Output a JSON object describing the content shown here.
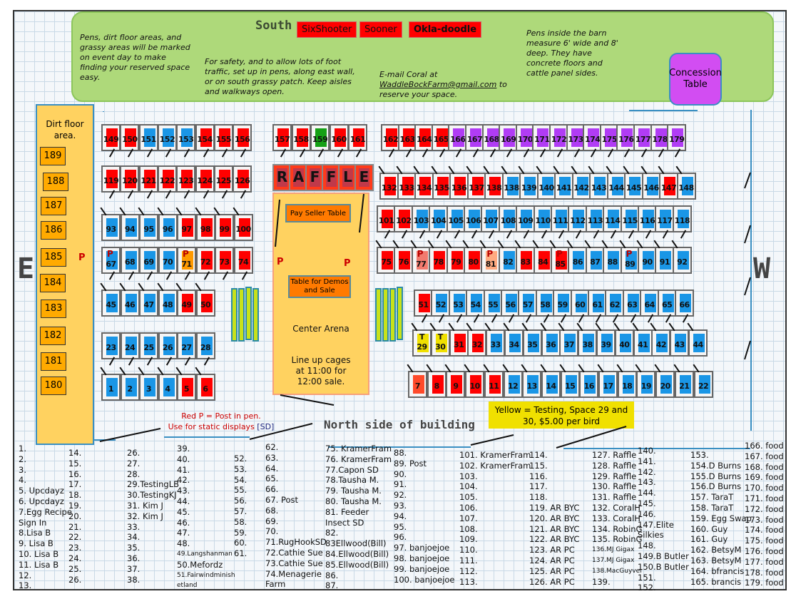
{
  "header": {
    "south_label": "South",
    "tags": [
      "SixShooter",
      "Sooner",
      "Okla-doodle"
    ],
    "note_left": "Pens, dirt floor areas, and grassy areas will  be marked on  event day to make finding your reserved space easy.",
    "note_center": "For safety, and to allow lots of foot traffic, set up in pens, along east wall, or on south grassy patch.  Keep aisles and walkways open.",
    "email_prefix": "E-mail Coral at",
    "email": "WaddleBockFarm@gmail.com",
    "email_suffix": " to reserve your space.",
    "note_right": "Pens inside the barn measure 6' wide and 8' deep.  They have concrete floors and cattle panel sides.",
    "concession": "Concession Table"
  },
  "dirt_area": {
    "title": "Dirt floor area.",
    "spaces": [
      "189",
      "188",
      "187",
      "186",
      "185",
      "184",
      "183",
      "182",
      "181",
      "180"
    ],
    "post_marker": "P"
  },
  "compass": {
    "east": "E",
    "west": "W"
  },
  "raffle_letters": [
    "R",
    "A",
    "F",
    "F",
    "L",
    "E"
  ],
  "arena": {
    "pay_seller": "Pay  Seller Table",
    "demo_table": "Table for Demos and Sale",
    "title": "Center Arena",
    "lineup": "Line up cages at 11:00 for 12:00 sale.",
    "post_marker": "P"
  },
  "legend": {
    "red_p_line1": "Red P = Post in pen.",
    "red_p_line2": "Use for static displays ",
    "sd": "[SD]",
    "north": "North side of building",
    "yellow": "Yellow = Testing, Space 29 and 30,  $5.00 per bird"
  },
  "colors": {
    "reserved": "#ff0000",
    "available": "#1a96e6",
    "food": "#b13cf5",
    "egg_swap": "#15a015",
    "testing": "#f0e000",
    "banner": "#aed97a",
    "dirt": "#ffd260"
  },
  "pens": {
    "row_149": [
      {
        "n": "149",
        "c": "red"
      },
      {
        "n": "150",
        "c": "red"
      },
      {
        "n": "151",
        "c": "blue"
      },
      {
        "n": "152",
        "c": "blue"
      },
      {
        "n": "153",
        "c": "blue"
      },
      {
        "n": "154",
        "c": "red"
      },
      {
        "n": "155",
        "c": "red"
      },
      {
        "n": "156",
        "c": "red"
      }
    ],
    "row_157": [
      {
        "n": "157",
        "c": "red"
      },
      {
        "n": "158",
        "c": "red"
      },
      {
        "n": "159",
        "c": "green"
      },
      {
        "n": "160",
        "c": "red"
      },
      {
        "n": "161",
        "c": "red"
      }
    ],
    "row_162": [
      {
        "n": "162",
        "c": "red"
      },
      {
        "n": "163",
        "c": "red"
      },
      {
        "n": "164",
        "c": "red"
      },
      {
        "n": "165",
        "c": "red"
      },
      {
        "n": "166",
        "c": "purple"
      },
      {
        "n": "167",
        "c": "purple"
      },
      {
        "n": "168",
        "c": "purple"
      },
      {
        "n": "169",
        "c": "purple"
      },
      {
        "n": "170",
        "c": "purple"
      },
      {
        "n": "171",
        "c": "purple"
      },
      {
        "n": "172",
        "c": "purple"
      },
      {
        "n": "173",
        "c": "purple"
      },
      {
        "n": "174",
        "c": "purple"
      },
      {
        "n": "175",
        "c": "purple"
      },
      {
        "n": "176",
        "c": "purple"
      },
      {
        "n": "177",
        "c": "purple"
      },
      {
        "n": "178",
        "c": "purple"
      },
      {
        "n": "179",
        "c": "purple"
      }
    ],
    "row_119": [
      {
        "n": "119",
        "c": "red"
      },
      {
        "n": "120",
        "c": "red"
      },
      {
        "n": "121",
        "c": "red"
      },
      {
        "n": "122",
        "c": "red"
      },
      {
        "n": "123",
        "c": "red"
      },
      {
        "n": "124",
        "c": "red"
      },
      {
        "n": "125",
        "c": "red"
      },
      {
        "n": "126",
        "c": "red"
      }
    ],
    "row_132": [
      {
        "n": "132",
        "c": "red"
      },
      {
        "n": "133",
        "c": "red"
      },
      {
        "n": "134",
        "c": "red"
      },
      {
        "n": "135",
        "c": "red"
      },
      {
        "n": "136",
        "c": "red"
      },
      {
        "n": "137",
        "c": "red"
      },
      {
        "n": "138",
        "c": "red"
      },
      {
        "n": "138",
        "c": "blue"
      },
      {
        "n": "139",
        "c": "blue"
      },
      {
        "n": "140",
        "c": "blue"
      },
      {
        "n": "141",
        "c": "blue"
      },
      {
        "n": "142",
        "c": "blue"
      },
      {
        "n": "143",
        "c": "blue"
      },
      {
        "n": "144",
        "c": "blue"
      },
      {
        "n": "145",
        "c": "blue"
      },
      {
        "n": "146",
        "c": "blue"
      },
      {
        "n": "147",
        "c": "red"
      },
      {
        "n": "148",
        "c": "blue"
      }
    ],
    "row_93": [
      {
        "n": "93",
        "c": "blue"
      },
      {
        "n": "94",
        "c": "blue"
      },
      {
        "n": "95",
        "c": "blue"
      },
      {
        "n": "96",
        "c": "blue"
      },
      {
        "n": "97",
        "c": "red"
      },
      {
        "n": "98",
        "c": "red"
      },
      {
        "n": "99",
        "c": "red"
      },
      {
        "n": "100",
        "c": "red"
      }
    ],
    "row_101": [
      {
        "n": "101",
        "c": "red"
      },
      {
        "n": "102",
        "c": "red"
      },
      {
        "n": "103",
        "c": "blue"
      },
      {
        "n": "104",
        "c": "blue"
      },
      {
        "n": "105",
        "c": "blue"
      },
      {
        "n": "106",
        "c": "blue"
      },
      {
        "n": "107",
        "c": "blue"
      },
      {
        "n": "108",
        "c": "blue"
      },
      {
        "n": "109",
        "c": "blue"
      },
      {
        "n": "110",
        "c": "blue"
      },
      {
        "n": "111",
        "c": "blue"
      },
      {
        "n": "112",
        "c": "blue"
      },
      {
        "n": "113",
        "c": "blue"
      },
      {
        "n": "114",
        "c": "blue"
      },
      {
        "n": "115",
        "c": "blue"
      },
      {
        "n": "116",
        "c": "blue"
      },
      {
        "n": "117",
        "c": "blue"
      },
      {
        "n": "118",
        "c": "blue"
      }
    ],
    "row_67": [
      {
        "n": "67",
        "c": "blue",
        "p": true
      },
      {
        "n": "68",
        "c": "blue"
      },
      {
        "n": "69",
        "c": "blue"
      },
      {
        "n": "70",
        "c": "blue"
      },
      {
        "n": "71",
        "c": "orange",
        "p": true
      },
      {
        "n": "72",
        "c": "red"
      },
      {
        "n": "73",
        "c": "red"
      },
      {
        "n": "74",
        "c": "red"
      }
    ],
    "row_75": [
      {
        "n": "75",
        "c": "red"
      },
      {
        "n": "76",
        "c": "red"
      },
      {
        "n": "77",
        "c": "salmon",
        "p": true
      },
      {
        "n": "78",
        "c": "red"
      },
      {
        "n": "79",
        "c": "red"
      },
      {
        "n": "80",
        "c": "red"
      },
      {
        "n": "81",
        "c": "peach",
        "p": true
      },
      {
        "n": "82",
        "c": "blue"
      },
      {
        "n": "83",
        "c": "red"
      },
      {
        "n": "84",
        "c": "red"
      },
      {
        "n": "85",
        "c": "red",
        "p": true
      },
      {
        "n": "86",
        "c": "blue"
      },
      {
        "n": "87",
        "c": "blue"
      },
      {
        "n": "88",
        "c": "blue"
      },
      {
        "n": "89",
        "c": "blue",
        "p": true
      },
      {
        "n": "90",
        "c": "blue"
      },
      {
        "n": "91",
        "c": "blue"
      },
      {
        "n": "92",
        "c": "blue"
      }
    ],
    "row_45": [
      {
        "n": "45",
        "c": "blue"
      },
      {
        "n": "46",
        "c": "blue"
      },
      {
        "n": "47",
        "c": "blue"
      },
      {
        "n": "48",
        "c": "blue"
      },
      {
        "n": "49",
        "c": "red"
      },
      {
        "n": "50",
        "c": "red"
      }
    ],
    "row_51": [
      {
        "n": "51",
        "c": "red"
      },
      {
        "n": "52",
        "c": "blue"
      },
      {
        "n": "53",
        "c": "blue"
      },
      {
        "n": "54",
        "c": "blue"
      },
      {
        "n": "55",
        "c": "blue"
      },
      {
        "n": "56",
        "c": "blue"
      },
      {
        "n": "57",
        "c": "blue"
      },
      {
        "n": "58",
        "c": "blue"
      },
      {
        "n": "59",
        "c": "blue"
      },
      {
        "n": "60",
        "c": "blue"
      },
      {
        "n": "61",
        "c": "blue"
      },
      {
        "n": "62",
        "c": "blue"
      },
      {
        "n": "63",
        "c": "blue"
      },
      {
        "n": "64",
        "c": "blue"
      },
      {
        "n": "65",
        "c": "blue"
      },
      {
        "n": "66",
        "c": "blue"
      }
    ],
    "row_23": [
      {
        "n": "23",
        "c": "blue"
      },
      {
        "n": "24",
        "c": "blue"
      },
      {
        "n": "25",
        "c": "blue"
      },
      {
        "n": "26",
        "c": "blue"
      },
      {
        "n": "27",
        "c": "blue"
      },
      {
        "n": "28",
        "c": "blue"
      }
    ],
    "row_29": [
      {
        "n": "29",
        "c": "yellow",
        "t": true
      },
      {
        "n": "30",
        "c": "yellow",
        "t": true
      },
      {
        "n": "31",
        "c": "red"
      },
      {
        "n": "32",
        "c": "red"
      },
      {
        "n": "33",
        "c": "blue"
      },
      {
        "n": "34",
        "c": "blue"
      },
      {
        "n": "35",
        "c": "blue"
      },
      {
        "n": "36",
        "c": "blue"
      },
      {
        "n": "37",
        "c": "blue"
      },
      {
        "n": "38",
        "c": "blue"
      },
      {
        "n": "39",
        "c": "blue"
      },
      {
        "n": "40",
        "c": "blue"
      },
      {
        "n": "41",
        "c": "blue"
      },
      {
        "n": "42",
        "c": "blue"
      },
      {
        "n": "43",
        "c": "blue"
      },
      {
        "n": "44",
        "c": "blue"
      }
    ],
    "row_1": [
      {
        "n": "1",
        "c": "blue"
      },
      {
        "n": "2",
        "c": "blue"
      },
      {
        "n": "3",
        "c": "blue"
      },
      {
        "n": "4",
        "c": "blue"
      },
      {
        "n": "5",
        "c": "red"
      },
      {
        "n": "6",
        "c": "red"
      }
    ],
    "row_7": [
      {
        "n": "7",
        "c": "tomato"
      },
      {
        "n": "8",
        "c": "red"
      },
      {
        "n": "9",
        "c": "red"
      },
      {
        "n": "10",
        "c": "red"
      },
      {
        "n": "11",
        "c": "red"
      },
      {
        "n": "12",
        "c": "blue"
      },
      {
        "n": "13",
        "c": "blue"
      },
      {
        "n": "14",
        "c": "blue"
      },
      {
        "n": "15",
        "c": "blue"
      },
      {
        "n": "16",
        "c": "blue"
      },
      {
        "n": "17",
        "c": "blue"
      },
      {
        "n": "18",
        "c": "blue"
      },
      {
        "n": "19",
        "c": "blue"
      },
      {
        "n": "20",
        "c": "blue"
      },
      {
        "n": "21",
        "c": "blue"
      },
      {
        "n": "22",
        "c": "blue"
      }
    ],
    "t_marker": "T",
    "p_marker": "P"
  },
  "assignments": {
    "col1": [
      "1.",
      "2.",
      "3.",
      "4.",
      "5. Upcdayz",
      "6. Upcdayz",
      "7.Egg Recipe",
      "Sign In",
      "8.Lisa B",
      "9. Lisa B",
      "10. Lisa B",
      "11. Lisa B",
      "12.",
      "13."
    ],
    "col2": [
      "14.",
      "15.",
      "16.",
      "17.",
      "18.",
      "19.",
      "20.",
      "21.",
      "22.",
      "23.",
      "24.",
      "25.",
      "26."
    ],
    "col3": [
      "26.",
      "27.",
      "28.",
      "29.TestingLB",
      "30.TestingKJ",
      "31. Kim J",
      "32. Kim J",
      "33.",
      "34.",
      "35.",
      "36.",
      "37.",
      "38."
    ],
    "col4": [
      "39.",
      "40.",
      "41.",
      "42.",
      "43.",
      "44.",
      "45.",
      "46.",
      "47.",
      "48.",
      "49.Langshanman",
      "50.Mefordz",
      "51.Fairwindminish",
      "etland"
    ],
    "col5": [
      "52.",
      "53.",
      "54.",
      "55.",
      "56.",
      "57.",
      "58.",
      "59.",
      "60.",
      "61."
    ],
    "col6": [
      "62.",
      "63.",
      "64.",
      "65.",
      "66.",
      "67. Post",
      "68.",
      "69.",
      "70.",
      "71.RugHookSD",
      "72.Cathie Sue",
      "73.Cathie Sue",
      "74.Menagerie",
      "Farm"
    ],
    "col7": [
      "75. KramerFram",
      "76. KramerFram",
      "77.Capon SD",
      "78.Tausha M.",
      "79. Tausha M.",
      "80. Tausha M.",
      "81. Feeder",
      "Insect SD",
      "82.",
      "83Ellwood(Bill)",
      "84.Ellwood(Bill)",
      "85.Ellwood(Bill)",
      "86.",
      "87."
    ],
    "col8": [
      "88.",
      "89. Post",
      "90.",
      "91.",
      "92.",
      "93.",
      "94.",
      "95.",
      "96.",
      "97. banjoejoe",
      "98. banjoejoe",
      "99. banjoejoe",
      "100. banjoejoe"
    ],
    "col9": [
      "101. KramerFram",
      "102. KramerFram",
      "103.",
      "104.",
      "105.",
      "106.",
      "107.",
      "108.",
      "109.",
      "110.",
      "111.",
      "112.",
      "113."
    ],
    "col10": [
      "114.",
      "115.",
      "116.",
      "117.",
      "118.",
      "119. AR BYC",
      "120. AR BYC",
      "121. AR BYC",
      "122. AR BYC",
      "123. AR PC",
      "124. AR PC",
      "125. AR PC",
      "126. AR PC"
    ],
    "col11": [
      "127. Raffle",
      "128. Raffle",
      "129. Raffle",
      "130. Raffle",
      "131. Raffle",
      "132. CoralH",
      "133. CoralH",
      "134. RobinG",
      "135. RobinG",
      "136.MJ Gigax",
      "137.MJ Gigax",
      "138.MacGuyver",
      "139."
    ],
    "col12": [
      "140.",
      "141.",
      "142.",
      "143.",
      "144.",
      "145.",
      "146.",
      "147.Elite",
      "Silkies",
      "148.",
      "149.B Butler",
      "150.B Butler",
      "151.",
      "152."
    ],
    "col13": [
      "153.",
      "154.D Burns",
      "155.D Burns",
      "156.D Burns",
      "157. TaraT",
      "158. TaraT",
      "159. Egg Swap",
      "160. Guy",
      "161. Guy",
      "162. BetsyM",
      "163. BetsyM",
      "164. bfrancis",
      "165. brancis"
    ],
    "col14": [
      "166. food",
      "167. food",
      "168. food",
      "169. food",
      "170. food",
      "171. food",
      "172. food",
      "173. food",
      "174. food",
      "175. food",
      "176. food",
      "177. food",
      "178. food",
      "179. food"
    ]
  }
}
